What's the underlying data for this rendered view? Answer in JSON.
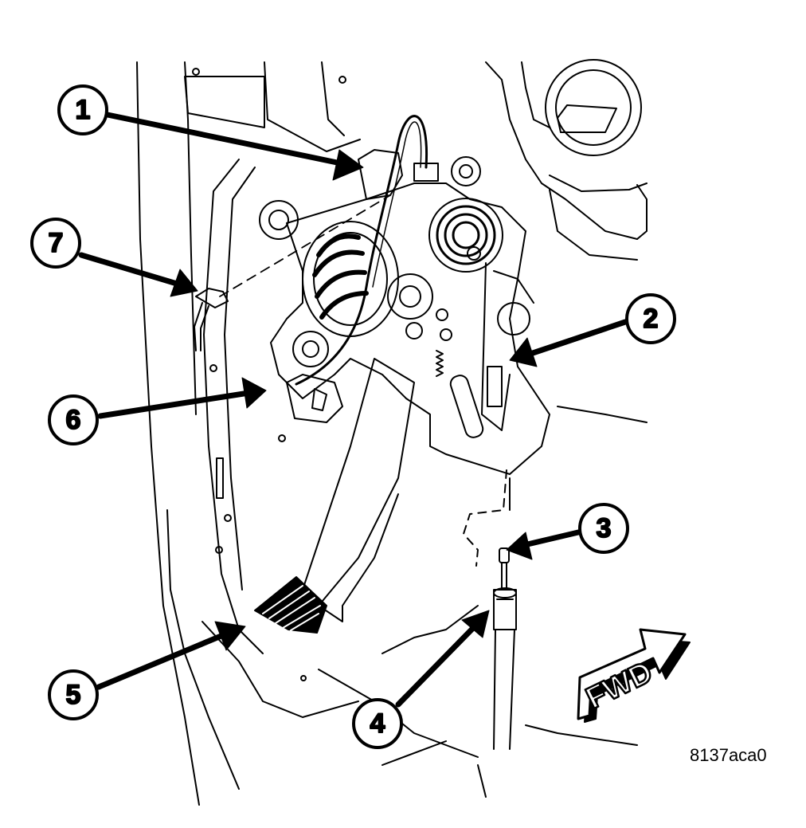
{
  "callouts": [
    {
      "id": "1",
      "label": "1"
    },
    {
      "id": "2",
      "label": "2"
    },
    {
      "id": "3",
      "label": "3"
    },
    {
      "id": "4",
      "label": "4"
    },
    {
      "id": "5",
      "label": "5"
    },
    {
      "id": "6",
      "label": "6"
    },
    {
      "id": "7",
      "label": "7"
    }
  ],
  "direction_label": "FWD",
  "figure_id": "8137aca0",
  "colors": {
    "line": "#000000",
    "background": "#ffffff"
  }
}
